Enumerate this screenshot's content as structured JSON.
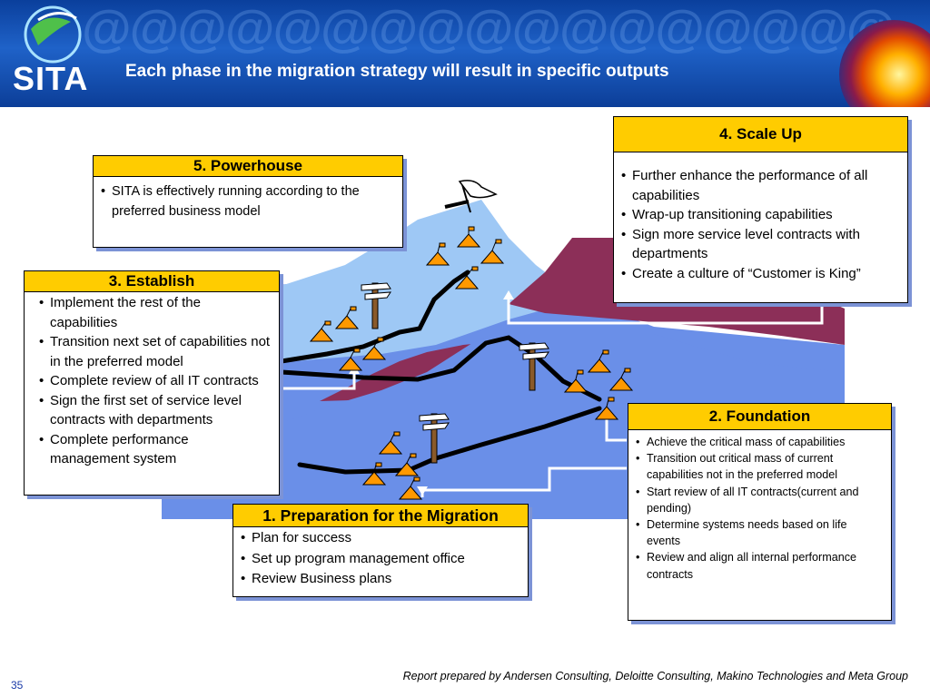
{
  "header": {
    "title": "Each phase in the migration strategy will result in specific outputs",
    "logo": "SITA",
    "pattern": "@@@@@@@@@@@@@@@@@"
  },
  "colors": {
    "header_blue": "#0a3f9c",
    "box_header": "#ffcc00",
    "sky": "#9ec8f5",
    "land": "#6a8fe8",
    "ridge": "#8c2f58",
    "tent": "#ff9900"
  },
  "phases": {
    "powerhouse": {
      "title": "5. Powerhouse",
      "bullets": [
        "SITA is effectively running according to the preferred business model"
      ]
    },
    "establish": {
      "title": "3. Establish",
      "bullets": [
        "Implement the rest of the capabilities",
        "Transition next set of capabilities not in the preferred model",
        "Complete review of all IT contracts",
        "Sign the first set of service level contracts with departments",
        "Complete performance management system"
      ]
    },
    "scale_up": {
      "title": "4. Scale Up",
      "bullets": [
        "Further enhance the performance of all capabilities",
        "Wrap-up transitioning capabilities",
        "Sign more service level contracts with departments",
        "Create a culture of “Customer is King”"
      ]
    },
    "foundation": {
      "title": "2. Foundation",
      "bullets": [
        "Achieve the critical mass of capabilities",
        "Transition out critical mass of current capabilities not in the preferred model",
        "Start review of all IT contracts(current and pending)",
        "Determine systems needs based on life events",
        "Review and align all internal performance contracts"
      ]
    },
    "preparation": {
      "title": "1. Preparation for the Migration",
      "bullets": [
        "Plan for success",
        "Set up program management office",
        "Review Business plans"
      ]
    }
  },
  "footer": {
    "credit": "Report prepared by Andersen Consulting, Deloitte Consulting, Makino Technologies and Meta Group",
    "page": "35"
  }
}
